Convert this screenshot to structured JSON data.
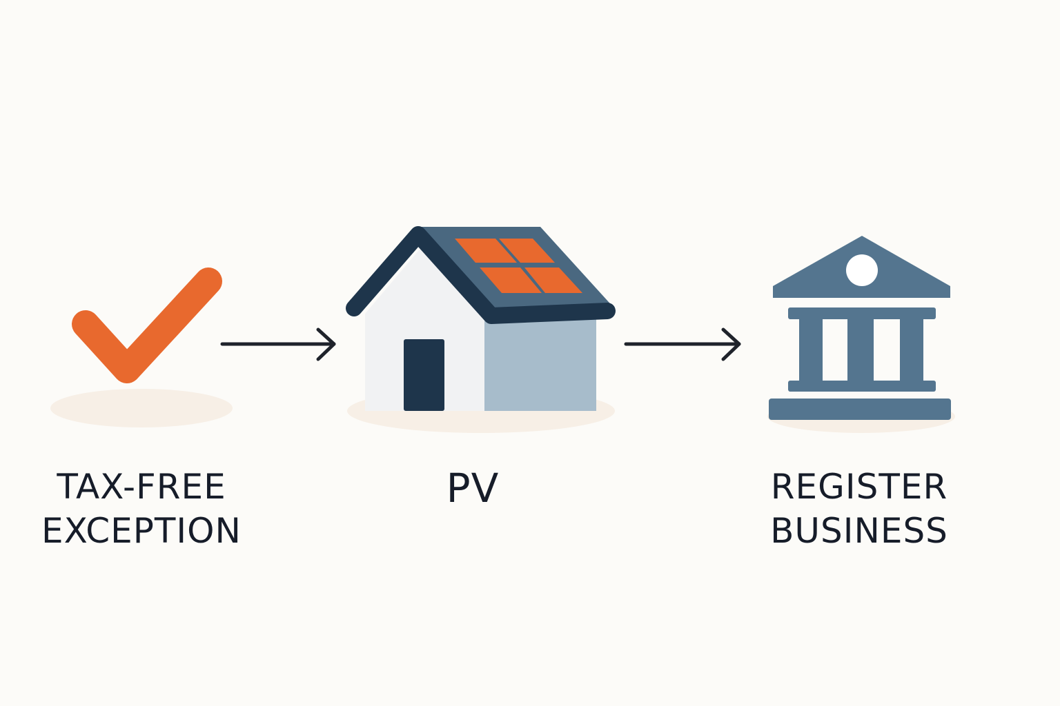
{
  "steps": [
    {
      "icon": "checkmark-icon",
      "lines": [
        "TAX-FREE",
        "EXCEPTION"
      ]
    },
    {
      "icon": "house-with-solar-panels-icon",
      "lines": [
        "PV"
      ]
    },
    {
      "icon": "bank-building-icon",
      "lines": [
        "REGISTER",
        "BUSINESS"
      ]
    }
  ],
  "connectors": [
    "right-arrow-icon",
    "right-arrow-icon"
  ],
  "colors": {
    "background": "#fcfbf8",
    "accent_orange": "#e8692e",
    "navy": "#1e354b",
    "slate_blue": "#54758f",
    "wall_light": "#f1f2f3",
    "wall_shade": "#a7bccb",
    "text": "#161c29"
  }
}
